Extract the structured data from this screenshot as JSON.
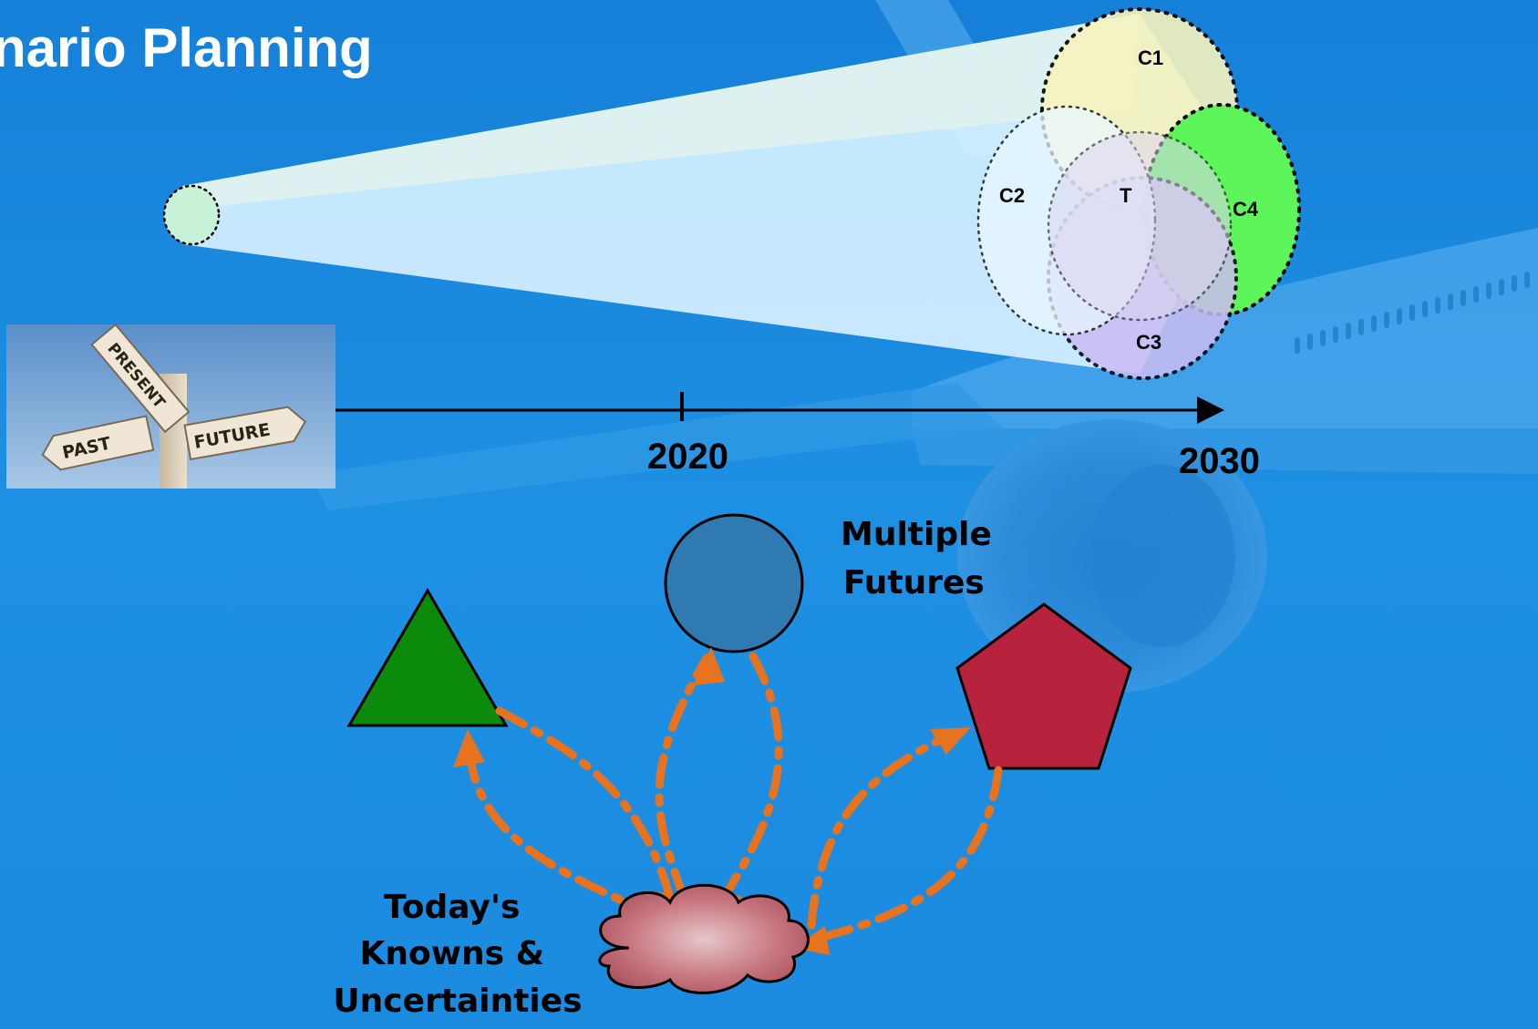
{
  "title": "nario Planning",
  "cone": {
    "scenarios": [
      {
        "id": "c1",
        "label": "C1"
      },
      {
        "id": "c2",
        "label": "C2"
      },
      {
        "id": "t",
        "label": "T"
      },
      {
        "id": "c4",
        "label": "C4"
      },
      {
        "id": "c3",
        "label": "C3"
      }
    ]
  },
  "signpost": {
    "present": "PRESENT",
    "past": "PAST",
    "future": "FUTURE"
  },
  "timeline": {
    "mid_label": "2020",
    "end_label": "2030"
  },
  "futures_label": [
    "Multiple",
    "Futures"
  ],
  "origin_label": [
    "Today's",
    "Knowns &",
    "Uncertainties"
  ],
  "colors": {
    "background": "#1e8ee0",
    "cone": "#d8f4ff",
    "c1": "#f6f3bd",
    "c4": "#5df55a",
    "c3": "#cbbcf2",
    "triangle": "#0b8a0b",
    "circle": "#2f7ab0",
    "pentagon": "#b7233c",
    "arrows": "#e8731e"
  },
  "icons": [
    "signpost-image",
    "airplane-background",
    "cloud-icon"
  ]
}
